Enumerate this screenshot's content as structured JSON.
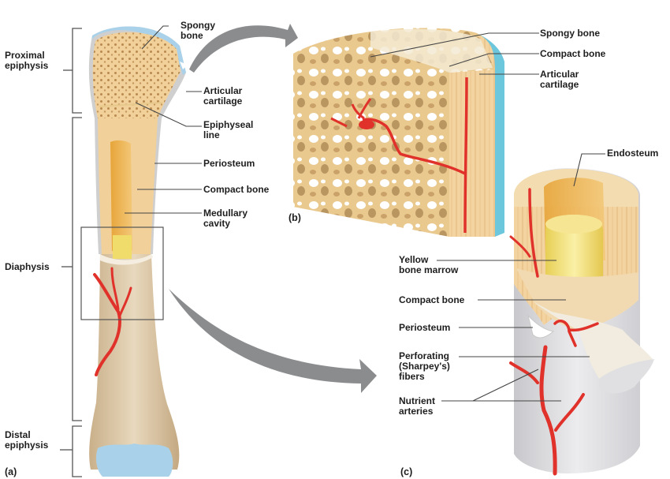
{
  "figure": {
    "panels": {
      "a": "(a)",
      "b": "(b)",
      "c": "(c)"
    },
    "panel_a": {
      "regions": [
        {
          "label": "Proximal\nepiphysis"
        },
        {
          "label": "Diaphysis"
        },
        {
          "label": "Distal\nepiphysis"
        }
      ],
      "labels": [
        {
          "label": "Spongy\nbone"
        },
        {
          "label": "Articular\ncartilage"
        },
        {
          "label": "Epiphyseal\nline"
        },
        {
          "label": "Periosteum"
        },
        {
          "label": "Compact bone"
        },
        {
          "label": "Medullary\ncavity"
        }
      ]
    },
    "panel_b": {
      "labels": [
        {
          "label": "Spongy bone"
        },
        {
          "label": "Compact bone"
        },
        {
          "label": "Articular\ncartilage"
        }
      ]
    },
    "panel_c": {
      "labels": [
        {
          "label": "Endosteum"
        },
        {
          "label": "Yellow\nbone marrow"
        },
        {
          "label": "Compact bone"
        },
        {
          "label": "Periosteum"
        },
        {
          "label": "Perforating\n(Sharpey's)\nfibers"
        },
        {
          "label": "Nutrient\narteries"
        }
      ]
    },
    "colors": {
      "bone": "#f2cf92",
      "shaft": "#d9c4a4",
      "cartilage": "#a9d2ea",
      "artery": "#e0322a",
      "marrow": "#f0dc6a",
      "arrow": "#8a8c8e",
      "periosteum": "#e2e2e4"
    }
  }
}
